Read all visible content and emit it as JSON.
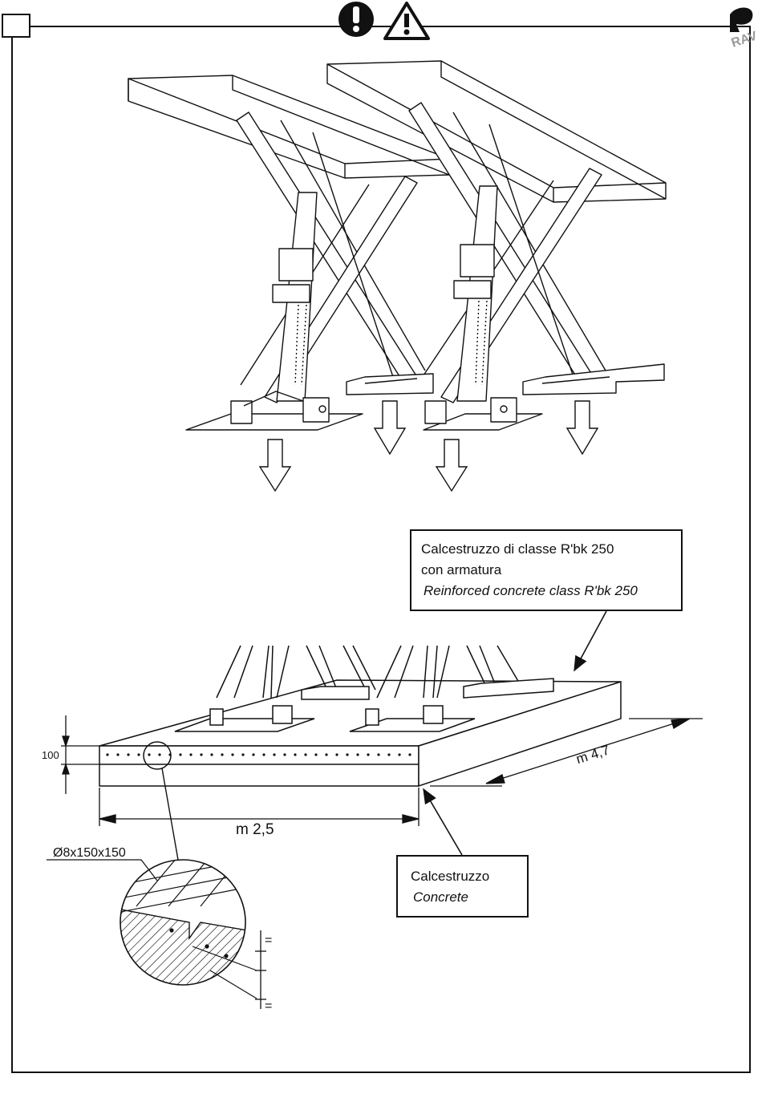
{
  "header": {
    "icons": [
      "mandatory-action-icon",
      "warning-triangle-icon",
      "brand-logo-icon"
    ],
    "logo_text": "RAV"
  },
  "callouts": {
    "reinforced": {
      "line1": "Calcestruzzo di classe R'bk 250",
      "line2": "con armatura",
      "line3": "Reinforced concrete class R'bk 250"
    },
    "concrete": {
      "line1": "Calcestruzzo",
      "line2": "Concrete"
    }
  },
  "dimensions": {
    "thickness": "100",
    "width": "m 2,5",
    "length": "m 4,7",
    "mesh": "Ø8x150x150",
    "equal_top": "=",
    "equal_bottom": "="
  },
  "colors": {
    "line": "#111111",
    "background": "#ffffff"
  }
}
